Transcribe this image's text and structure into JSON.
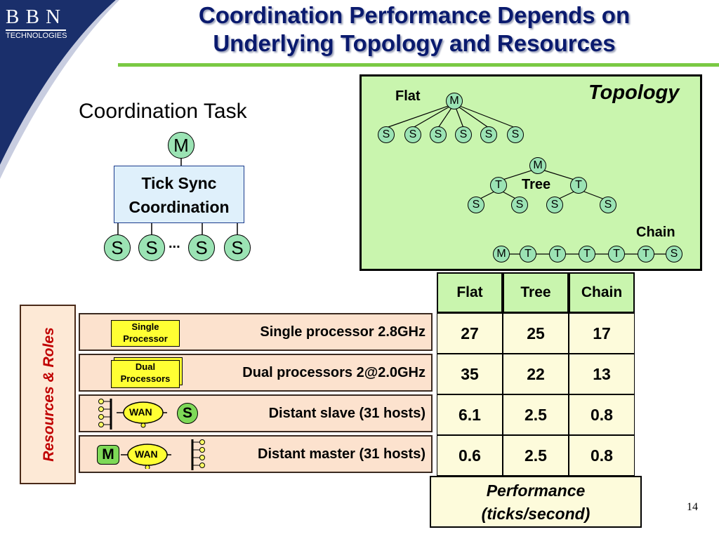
{
  "slide": {
    "title_line1": "Coordination Performance Depends on",
    "title_line2": "Underlying Topology and Resources",
    "page_number": "14"
  },
  "logo": {
    "name": "B B N",
    "sub": "TECHNOLOGIES"
  },
  "task": {
    "title": "Coordination Task",
    "master": "M",
    "box_line1": "Tick Sync",
    "box_line2": "Coordination",
    "slaves": [
      "S",
      "S",
      "S",
      "S"
    ],
    "ellipsis": "..."
  },
  "topology": {
    "title": "Topology",
    "flat": {
      "label": "Flat",
      "root": "M",
      "children": [
        "S",
        "S",
        "S",
        "S",
        "S",
        "S"
      ]
    },
    "tree": {
      "label": "Tree",
      "root": "M",
      "mid": [
        "T",
        "T"
      ],
      "leaves": [
        "S",
        "S",
        "S",
        "S"
      ]
    },
    "chain": {
      "label": "Chain",
      "nodes": [
        "M",
        "T",
        "T",
        "T",
        "T",
        "T",
        "S"
      ]
    }
  },
  "table": {
    "columns": [
      "Flat",
      "Tree",
      "Chain"
    ],
    "rows": [
      {
        "label": "Single processor 2.8GHz",
        "badge": [
          "Single",
          "Processor"
        ],
        "values": [
          "27",
          "25",
          "17"
        ]
      },
      {
        "label": "Dual processors 2@2.0GHz",
        "badge": [
          "Dual",
          "Processors"
        ],
        "values": [
          "35",
          "22",
          "13"
        ]
      },
      {
        "label": "Distant slave (31 hosts)",
        "wan": "WAN",
        "role": "S",
        "values": [
          "6.1",
          "2.5",
          "0.8"
        ]
      },
      {
        "label": "Distant master (31 hosts)",
        "wan": "WAN",
        "role": "M",
        "values": [
          "0.6",
          "2.5",
          "0.8"
        ]
      }
    ]
  },
  "resources_label": "Resources & Roles",
  "performance": {
    "line1": "Performance",
    "line2": "(ticks/second)"
  },
  "colors": {
    "title": "#0a1a6e",
    "logo_bg": "#1a2f6b",
    "accent_line": "#7ac943",
    "node_fill": "#9be3b4",
    "topology_bg": "#c9f5ae",
    "cell_bg": "#fdfbdb",
    "row_bg": "#fce2ce",
    "resources_text": "#c00000",
    "badge_yellow": "#ffff33"
  }
}
